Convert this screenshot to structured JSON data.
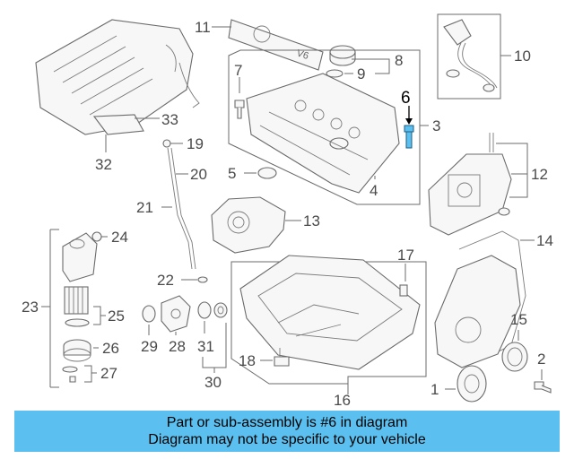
{
  "callouts": [
    {
      "id": "c1",
      "label": "1"
    },
    {
      "id": "c2",
      "label": "2"
    },
    {
      "id": "c3",
      "label": "3"
    },
    {
      "id": "c4",
      "label": "4"
    },
    {
      "id": "c5",
      "label": "5"
    },
    {
      "id": "c6",
      "label": "6"
    },
    {
      "id": "c7",
      "label": "7"
    },
    {
      "id": "c8",
      "label": "8"
    },
    {
      "id": "c9",
      "label": "9"
    },
    {
      "id": "c10",
      "label": "10"
    },
    {
      "id": "c11",
      "label": "11"
    },
    {
      "id": "c12",
      "label": "12"
    },
    {
      "id": "c13",
      "label": "13"
    },
    {
      "id": "c14",
      "label": "14"
    },
    {
      "id": "c15",
      "label": "15"
    },
    {
      "id": "c16",
      "label": "16"
    },
    {
      "id": "c17",
      "label": "17"
    },
    {
      "id": "c18",
      "label": "18"
    },
    {
      "id": "c19",
      "label": "19"
    },
    {
      "id": "c20",
      "label": "20"
    },
    {
      "id": "c21",
      "label": "21"
    },
    {
      "id": "c22",
      "label": "22"
    },
    {
      "id": "c23",
      "label": "23"
    },
    {
      "id": "c24",
      "label": "24"
    },
    {
      "id": "c25",
      "label": "25"
    },
    {
      "id": "c26",
      "label": "26"
    },
    {
      "id": "c27",
      "label": "27"
    },
    {
      "id": "c28",
      "label": "28"
    },
    {
      "id": "c29",
      "label": "29"
    },
    {
      "id": "c30",
      "label": "30"
    },
    {
      "id": "c31",
      "label": "31"
    },
    {
      "id": "c32",
      "label": "32"
    },
    {
      "id": "c33",
      "label": "33"
    }
  ],
  "highlight": {
    "callout": "6",
    "color": "#5bc0ef"
  },
  "cover_engraving": "V6",
  "banner": {
    "line1": "Part or sub-assembly is #6 in diagram",
    "line2": "Diagram may not be specific to your vehicle",
    "background": "#5bc0ef"
  }
}
